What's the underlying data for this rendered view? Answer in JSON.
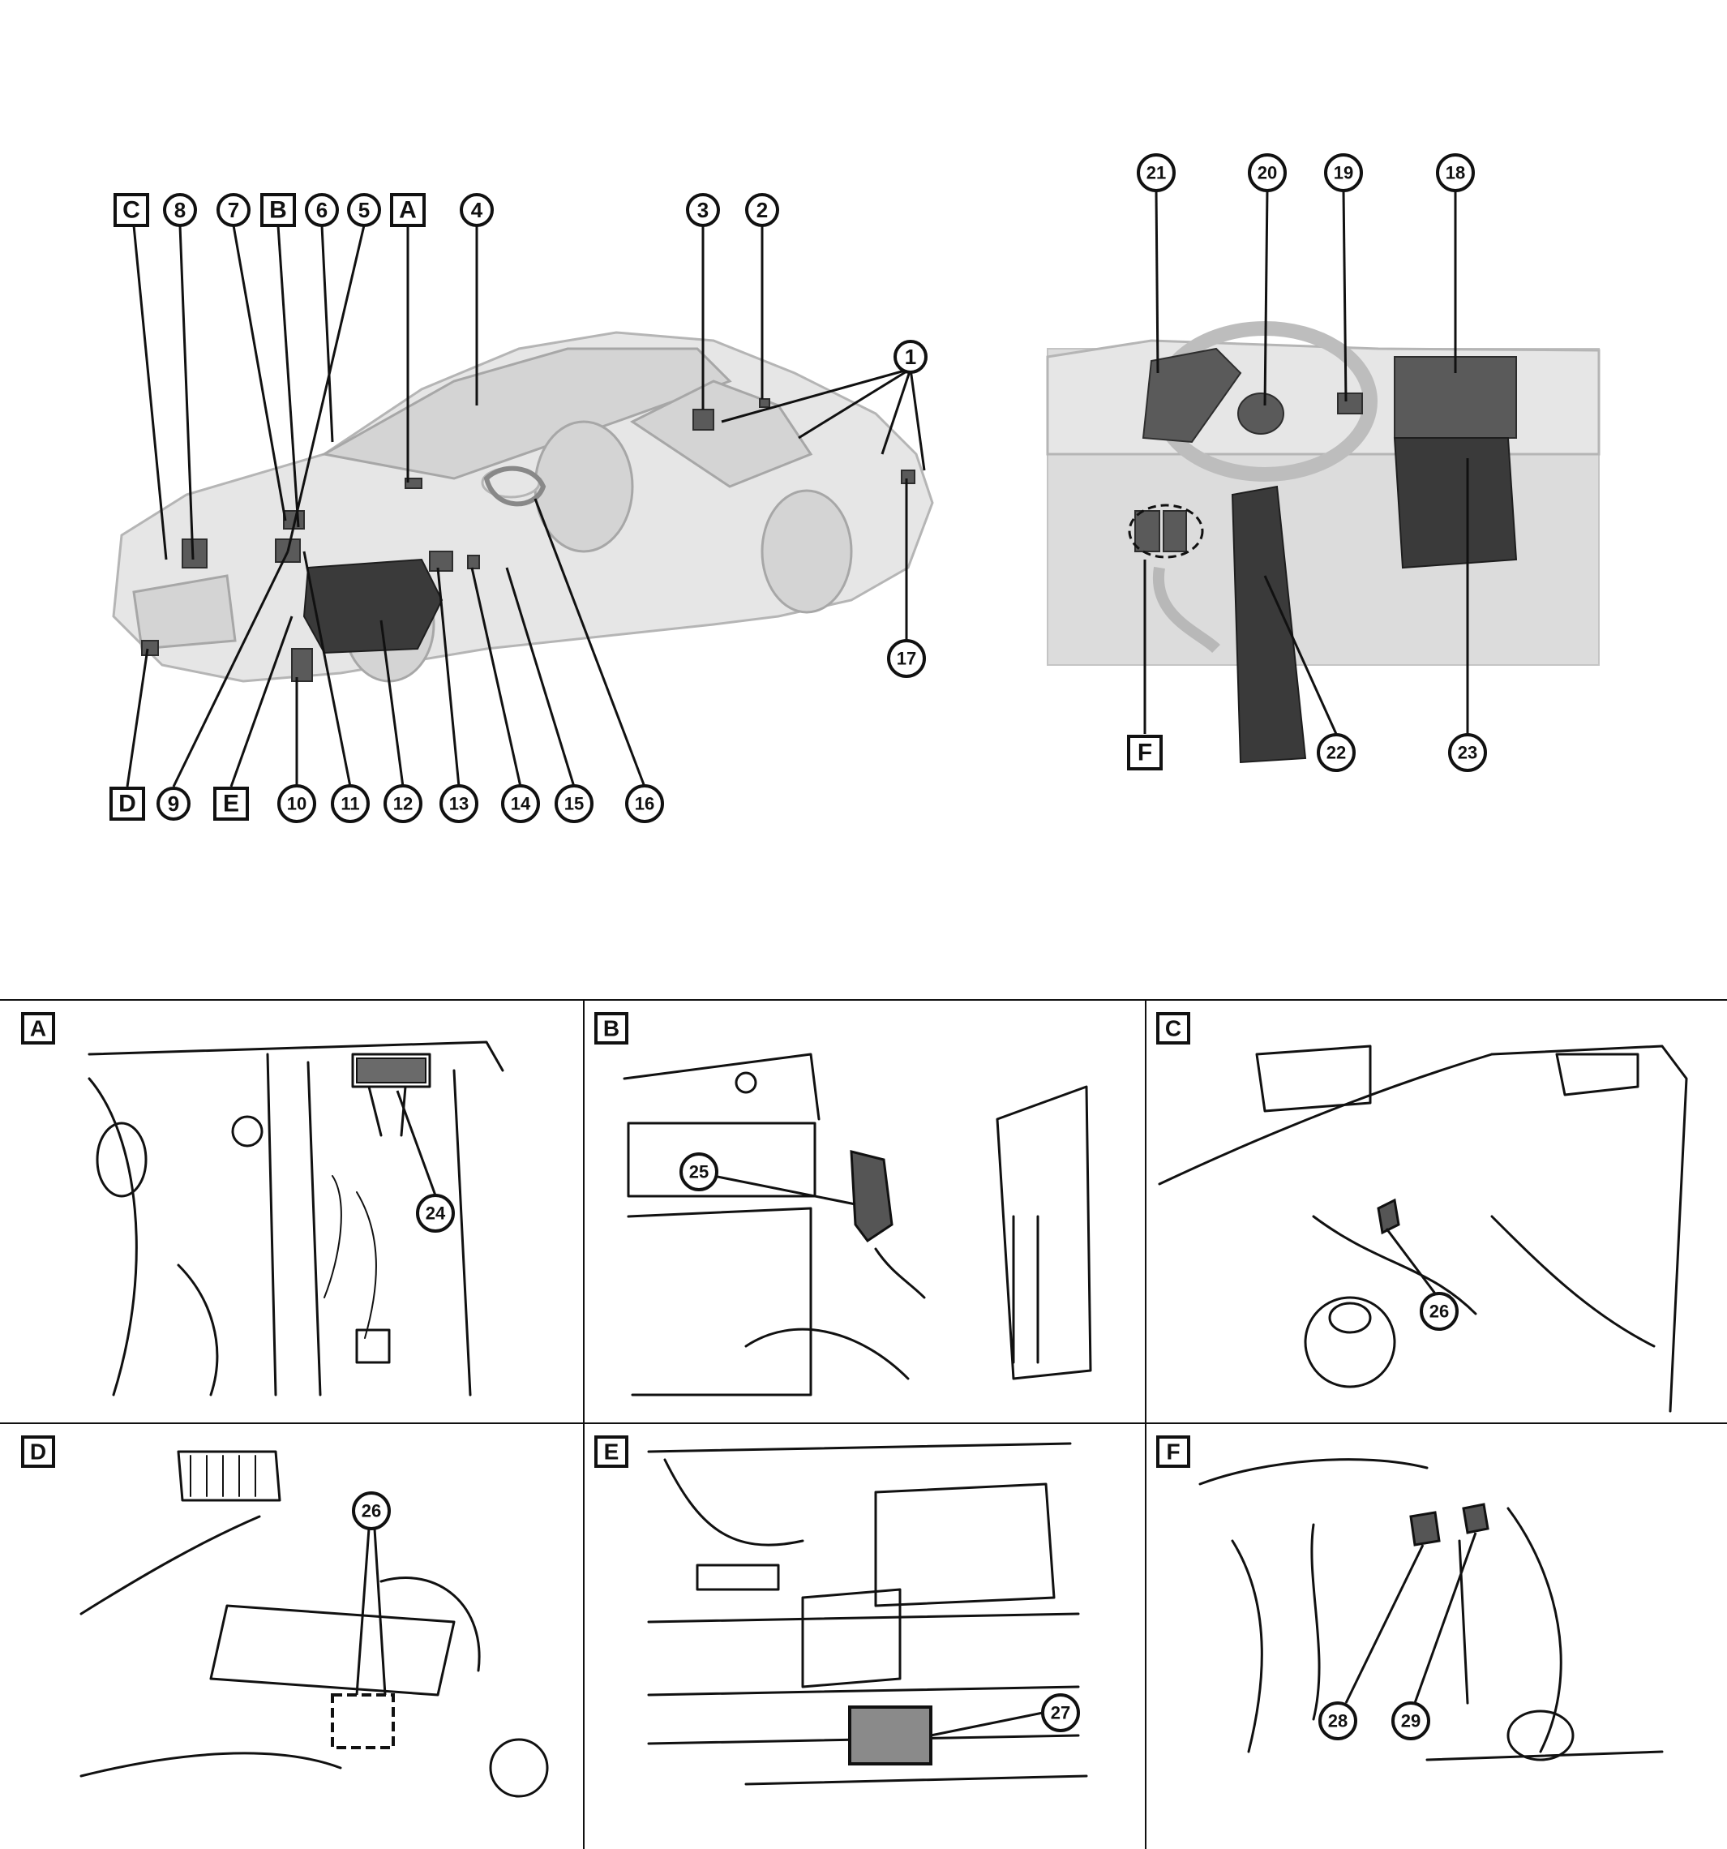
{
  "overview_labels": {
    "n1": "1",
    "n2": "2",
    "n3": "3",
    "n4": "4",
    "n5": "5",
    "n6": "6",
    "n7": "7",
    "n8": "8",
    "n9": "9",
    "n10": "10",
    "n11": "11",
    "n12": "12",
    "n13": "13",
    "n14": "14",
    "n15": "15",
    "n16": "16",
    "n17": "17",
    "A": "A",
    "B": "B",
    "C": "C",
    "D": "D",
    "E": "E"
  },
  "dash_labels": {
    "n18": "18",
    "n19": "19",
    "n20": "20",
    "n21": "21",
    "n22": "22",
    "n23": "23",
    "F": "F"
  },
  "detail_panels": {
    "A": {
      "label": "A",
      "callouts": [
        "24"
      ]
    },
    "B": {
      "label": "B",
      "callouts": [
        "25"
      ]
    },
    "C": {
      "label": "C",
      "callouts": [
        "26"
      ]
    },
    "D": {
      "label": "D",
      "callouts": [
        "26"
      ]
    },
    "E": {
      "label": "E",
      "callouts": [
        "27"
      ]
    },
    "F": {
      "label": "F",
      "callouts": [
        "28",
        "29"
      ]
    }
  }
}
